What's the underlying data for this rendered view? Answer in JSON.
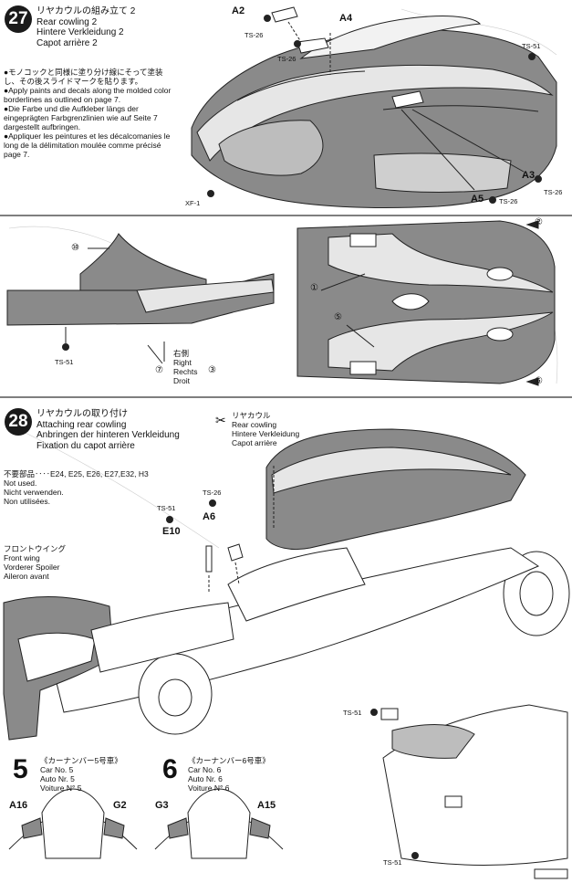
{
  "step27": {
    "number": "27",
    "title_ja": "リヤカウルの組み立て 2",
    "title_en": "Rear cowling 2",
    "title_de": "Hintere Verkleidung 2",
    "title_fr": "Capot arrière 2",
    "notes": [
      "●モノコックと同様に塗り分け線にそって塗装し、その後スライドマークを貼ります。",
      "●Apply paints and decals along the molded color borderlines as outlined on page 7.",
      "●Die Farbe und die Aufkleber längs der eingeprägten Farbgrenzlinien wie auf Seite 7 dargestellt aufbringen.",
      "●Appliquer les peintures et les décalcomanies le long de la délimitation moulée comme précisé page 7."
    ],
    "labels": {
      "a2": "A2",
      "a4": "A4",
      "a3": "A3",
      "a5": "A5",
      "ts26a": "TS-26",
      "ts26b": "TS-26",
      "ts26c": "TS-26",
      "ts26d": "TS-26",
      "ts51": "TS-51",
      "xf1": "XF-1"
    }
  },
  "decal_panel": {
    "ts51": "TS-51",
    "right_ja": "右側",
    "right_en": "Right",
    "right_de": "Rechts",
    "right_fr": "Droit",
    "decals": [
      "①",
      "②",
      "③",
      "⑤",
      "⑥",
      "⑦",
      "⑩"
    ]
  },
  "step28": {
    "number": "28",
    "title_ja": "リヤカウルの取り付け",
    "title_en": "Attaching rear cowling",
    "title_de": "Anbringen der hinteren Verkleidung",
    "title_fr": "Fixation du capot arrière",
    "unused_ja": "不要部品‥‥E24, E25, E26, E27,E32, H3",
    "unused_en": "Not used.",
    "unused_de": "Nicht verwenden.",
    "unused_fr": "Non utilisées.",
    "rear_cowling_ja": "リヤカウル",
    "rear_cowling_en": "Rear cowling",
    "rear_cowling_de": "Hintere Verkleidung",
    "rear_cowling_fr": "Capot arrière",
    "front_wing_ja": "フロントウイング",
    "front_wing_en": "Front wing",
    "front_wing_de": "Vorderer Spoiler",
    "front_wing_fr": "Aileron avant",
    "labels": {
      "ts51a": "TS-51",
      "ts26": "TS-26",
      "e10": "E10",
      "a6": "A6",
      "ts51b": "TS-51",
      "ts51c": "TS-51"
    }
  },
  "car5": {
    "number": "5",
    "ja": "《カーナンバー5号車》",
    "en": "Car No. 5",
    "de": "Auto Nr. 5",
    "fr": "Voiture N° 5",
    "left": "A16",
    "right": "G2"
  },
  "car6": {
    "number": "6",
    "ja": "《カーナンバー6号車》",
    "en": "Car No. 6",
    "de": "Auto Nr. 6",
    "fr": "Voiture N° 6",
    "left": "G3",
    "right": "A15"
  }
}
